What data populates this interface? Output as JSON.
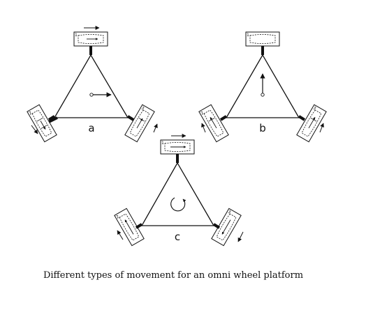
{
  "caption": "Different types of movement for an omni wheel platform",
  "panels": [
    {
      "label": "a",
      "wheels": [
        "1",
        "2",
        "3"
      ]
    },
    {
      "label": "b",
      "wheels": [
        "1",
        "2",
        "3"
      ]
    },
    {
      "label": "c",
      "wheels": [
        "1",
        "2",
        "3"
      ]
    }
  ]
}
